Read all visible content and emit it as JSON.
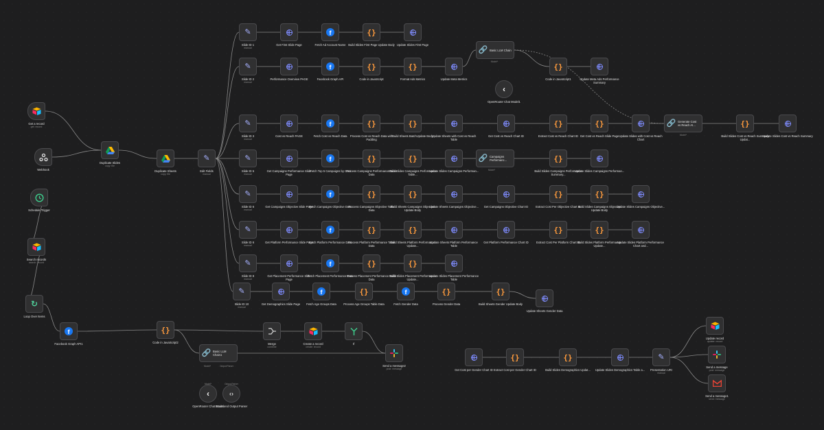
{
  "nodes": [
    {
      "label": "Get a record",
      "sub": "get: record",
      "icon": "airtable-icon"
    },
    {
      "label": "Webhook",
      "sub": "",
      "icon": "webhook-icon"
    },
    {
      "label": "Schedule Trigger",
      "sub": "",
      "icon": "clock-icon"
    },
    {
      "label": "Search records",
      "sub": "search: record",
      "icon": "airtable-icon"
    },
    {
      "label": "Loop Over Items",
      "sub": "",
      "icon": "loop-icon"
    },
    {
      "label": "Duplicate Slides",
      "sub": "copy: file",
      "icon": "google-drive-icon"
    },
    {
      "label": "Duplicate Sheets",
      "sub": "copy: file",
      "icon": "google-drive-icon"
    },
    {
      "label": "Edit Fields",
      "sub": "manual",
      "icon": "pencil-icon"
    },
    {
      "label": "Slide ID 1",
      "sub": "manual",
      "icon": "pencil-icon"
    },
    {
      "label": "Get First Slide Page",
      "sub": "",
      "icon": "globe-icon"
    },
    {
      "label": "Fetch Ad Account Name",
      "sub": "",
      "icon": "facebook-icon"
    },
    {
      "label": "Build Slides First Page Update Body",
      "sub": "",
      "icon": "code-icon"
    },
    {
      "label": "Update Slides First Page",
      "sub": "",
      "icon": "globe-icon"
    },
    {
      "label": "Slide ID 2",
      "sub": "manual",
      "icon": "pencil-icon"
    },
    {
      "label": "Performance Overview PAGE",
      "sub": "",
      "icon": "globe-icon"
    },
    {
      "label": "Facebook Graph API",
      "sub": "",
      "icon": "facebook-icon"
    },
    {
      "label": "Code in JavaScript",
      "sub": "",
      "icon": "code-icon"
    },
    {
      "label": "Format Ads Metrics",
      "sub": "",
      "icon": "code-icon"
    },
    {
      "label": "Update Meta Metrics",
      "sub": "",
      "icon": "globe-icon"
    },
    {
      "label": "Basic LLM Chain",
      "sub": "",
      "icon": "link-icon"
    },
    {
      "label": "Code in JavaScript1",
      "sub": "",
      "icon": "code-icon"
    },
    {
      "label": "Update Meta Ads Performance Summary",
      "sub": "",
      "icon": "globe-icon"
    },
    {
      "label": "OpenRouter Chat Model1",
      "sub": "",
      "icon": "openrouter-icon"
    },
    {
      "label": "Slide ID 3",
      "sub": "manual",
      "icon": "pencil-icon"
    },
    {
      "label": "Cost vs Reach PAGE",
      "sub": "",
      "icon": "globe-icon"
    },
    {
      "label": "Fetch Cost vs Reach Data",
      "sub": "",
      "icon": "facebook-icon"
    },
    {
      "label": "Process Cost vs Reach Data with Padding",
      "sub": "",
      "icon": "code-icon"
    },
    {
      "label": "Build Sheets BatchUpdate Body",
      "sub": "",
      "icon": "code-icon"
    },
    {
      "label": "Update Sheets with Cost vs Reach Table",
      "sub": "",
      "icon": "globe-icon"
    },
    {
      "label": "Get Cost vs Reach Chart ID",
      "sub": "",
      "icon": "globe-icon"
    },
    {
      "label": "Extract Cost vs Reach Chart ID",
      "sub": "",
      "icon": "code-icon"
    },
    {
      "label": "Get Cost vs Reach Slide Page",
      "sub": "",
      "icon": "code-icon"
    },
    {
      "label": "Update Slides with Cost vs Reach Chart",
      "sub": "",
      "icon": "globe-icon"
    },
    {
      "label": "Generate Cost vs Reach AI...",
      "sub": "",
      "icon": "link-icon"
    },
    {
      "label": "Build Slides Cost vs Reach Summary Updat...",
      "sub": "",
      "icon": "code-icon"
    },
    {
      "label": "Update Slides Cost vs Reach Summary",
      "sub": "",
      "icon": "globe-icon"
    },
    {
      "label": "Slide ID 5",
      "sub": "manual",
      "icon": "pencil-icon"
    },
    {
      "label": "Get Campaigns Performance Slide Page",
      "sub": "",
      "icon": "globe-icon"
    },
    {
      "label": "Fetch Top 5 Campaigns by Cost",
      "sub": "",
      "icon": "facebook-icon"
    },
    {
      "label": "Process Campaigns Performance Table Data",
      "sub": "",
      "icon": "code-icon"
    },
    {
      "label": "Build Slides Campaigns Performance Table...",
      "sub": "",
      "icon": "code-icon"
    },
    {
      "label": "Update Slides Campaigns Performan...",
      "sub": "",
      "icon": "globe-icon"
    },
    {
      "label": "Campaigns Performanc...",
      "sub": "",
      "icon": "link-icon"
    },
    {
      "label": "Build Slides Campaigns Performance Summary...",
      "sub": "",
      "icon": "code-icon"
    },
    {
      "label": "Update Slides Campaigns Performan...",
      "sub": "",
      "icon": "globe-icon"
    },
    {
      "label": "Slide ID 6",
      "sub": "manual",
      "icon": "pencil-icon"
    },
    {
      "label": "Get Campaigns Objective Slide Page",
      "sub": "",
      "icon": "globe-icon"
    },
    {
      "label": "Fetch Campaigns Objective Data",
      "sub": "",
      "icon": "facebook-icon"
    },
    {
      "label": "Process Campaigns Objective Table Data",
      "sub": "",
      "icon": "code-icon"
    },
    {
      "label": "Build Sheets Campaigns Objective Update Body",
      "sub": "",
      "icon": "code-icon"
    },
    {
      "label": "Update Sheets Campaigns Objective...",
      "sub": "",
      "icon": "globe-icon"
    },
    {
      "label": "Get Campaigns Objective Chart ID",
      "sub": "",
      "icon": "globe-icon"
    },
    {
      "label": "Extract Cost Per Objective Chart ID",
      "sub": "",
      "icon": "code-icon"
    },
    {
      "label": "Build Slides Campaigns Objective Update Body",
      "sub": "",
      "icon": "code-icon"
    },
    {
      "label": "Update Slides Campaigns Objective...",
      "sub": "",
      "icon": "globe-icon"
    },
    {
      "label": "Slide ID 6",
      "sub": "manual",
      "icon": "pencil-icon"
    },
    {
      "label": "Get Platform Performance Slide Page",
      "sub": "",
      "icon": "globe-icon"
    },
    {
      "label": "Fetch Platform Performance Data",
      "sub": "",
      "icon": "facebook-icon"
    },
    {
      "label": "Process Platform Performance Table Data",
      "sub": "",
      "icon": "code-icon"
    },
    {
      "label": "Build Sheets Platform Performance Update...",
      "sub": "",
      "icon": "code-icon"
    },
    {
      "label": "Update Sheets Platform Performance Table",
      "sub": "",
      "icon": "globe-icon"
    },
    {
      "label": "Get Platform Performance Chart ID",
      "sub": "",
      "icon": "globe-icon"
    },
    {
      "label": "Extract Cost Per Platform Chart ID",
      "sub": "",
      "icon": "code-icon"
    },
    {
      "label": "Build Slides Platform Performance Update...",
      "sub": "",
      "icon": "code-icon"
    },
    {
      "label": "Update Slides Platform Performance Chart and...",
      "sub": "",
      "icon": "globe-icon"
    },
    {
      "label": "Slide ID 8",
      "sub": "manual",
      "icon": "pencil-icon"
    },
    {
      "label": "Get Placement Performance Slide Page",
      "sub": "",
      "icon": "globe-icon"
    },
    {
      "label": "Fetch Placement Performance Data",
      "sub": "",
      "icon": "facebook-icon"
    },
    {
      "label": "Process Placement Performance Table Data",
      "sub": "",
      "icon": "code-icon"
    },
    {
      "label": "Build Slides Placement Performance Update...",
      "sub": "",
      "icon": "code-icon"
    },
    {
      "label": "Update Slides Placement Performance Table",
      "sub": "",
      "icon": "globe-icon"
    },
    {
      "label": "Slide ID 10",
      "sub": "manual",
      "icon": "pencil-icon"
    },
    {
      "label": "Get Demographics Slide Page",
      "sub": "",
      "icon": "globe-icon"
    },
    {
      "label": "Fetch Age Groups Data",
      "sub": "",
      "icon": "facebook-icon"
    },
    {
      "label": "Process Age Groups Table Data",
      "sub": "",
      "icon": "code-icon"
    },
    {
      "label": "Fetch Gender Data",
      "sub": "",
      "icon": "facebook-icon"
    },
    {
      "label": "Process Gender Data",
      "sub": "",
      "icon": "code-icon"
    },
    {
      "label": "Build Sheets Gender Update Body",
      "sub": "",
      "icon": "code-icon"
    },
    {
      "label": "Update Sheets Gender Data",
      "sub": "",
      "icon": "globe-icon"
    },
    {
      "label": "Get Cost per Gender Chart ID",
      "sub": "",
      "icon": "globe-icon"
    },
    {
      "label": "Extract Cost per Gender Chart ID",
      "sub": "",
      "icon": "code-icon"
    },
    {
      "label": "Build Slides Demographics Updat...",
      "sub": "",
      "icon": "code-icon"
    },
    {
      "label": "Update Slides Demographics Table a...",
      "sub": "",
      "icon": "globe-icon"
    },
    {
      "label": "Presentation URI",
      "sub": "manual",
      "icon": "pencil-icon"
    },
    {
      "label": "Update record",
      "sub": "update: record",
      "icon": "airtable-icon"
    },
    {
      "label": "Send a message",
      "sub": "post: message",
      "icon": "slack-icon"
    },
    {
      "label": "Send a message1",
      "sub": "send: message",
      "icon": "gmail-icon"
    },
    {
      "label": "Facebook Graph API1",
      "sub": "",
      "icon": "facebook-icon"
    },
    {
      "label": "Code in JavaScript2",
      "sub": "",
      "icon": "code-icon"
    },
    {
      "label": "Merge",
      "sub": "combine",
      "icon": "merge-icon"
    },
    {
      "label": "Create a record",
      "sub": "create: record",
      "icon": "airtable-icon"
    },
    {
      "label": "If",
      "sub": "",
      "icon": "if-icon"
    },
    {
      "label": "Basic LLM Chain1",
      "sub": "",
      "icon": "link-icon"
    },
    {
      "label": "Send a message2",
      "sub": "post: message",
      "icon": "slack-icon"
    },
    {
      "label": "OpenRouter Chat Model",
      "sub": "",
      "icon": "openrouter-icon"
    },
    {
      "label": "Structured Output Parser",
      "sub": "",
      "icon": "braces-icon"
    }
  ],
  "port_labels": [
    "Model*",
    "Model*",
    "Output Parser",
    "Model*",
    "Model*",
    "Model*",
    "Output Parser"
  ],
  "colors": {
    "background": "#1e1e1f",
    "node": "#303031",
    "edge": "#8a8a8a",
    "code": "#ff9b3d",
    "http": "#7f8cff",
    "facebook": "#1877f2",
    "airtable": "#fcb400"
  }
}
